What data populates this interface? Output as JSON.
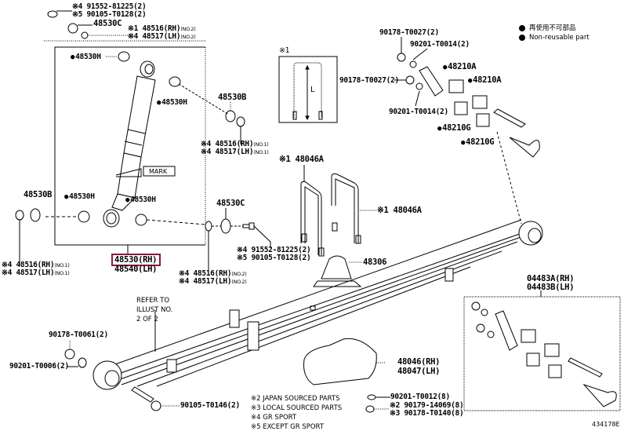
{
  "diagram": {
    "illustration_id": "434178E",
    "legend": {
      "bullet": "●",
      "items": [
        "再使用不可部品",
        "Non-reusable part"
      ]
    },
    "highlighted_part": "48530(RH)",
    "labels": {
      "shock_bolt_top": [
        "※4 91552-81225(2)",
        "※5 90105-T0128(2)"
      ],
      "washer_48530C_top": "48530C",
      "bushing_top_rh": "※1 48516(RH)",
      "bushing_top_lh": "※4 48517(LH)",
      "no2": "(NO.2)",
      "no1": "(NO.1)",
      "cushion_48530H_1": "48530H",
      "cushion_48530H_2": "48530H",
      "cushion_48530H_3": "48530H",
      "cushion_48530H_4": "48530H",
      "mark_tag": "MARK",
      "washer_48530B_right": "48530B",
      "washer_48530B_left": "48530B",
      "bushing_mid_rh": "※4 48516(RH)",
      "bushing_mid_lh": "※4 48517(LH)",
      "bushing_left_rh": "※4 48516(RH)",
      "bushing_left_lh": "※4 48517(LH)",
      "shock_rh": "48530(RH)",
      "shock_lh": "48540(LH)",
      "washer_48530C_low": "48530C",
      "bolt_low": [
        "※4 91552-81225(2)",
        "※5 90105-T0128(2)"
      ],
      "bushing_low_rh": "※4 48516(RH)",
      "bushing_low_lh": "※4 48517(LH)",
      "ubolt_detail_ref": "※1",
      "ubolt_length": "L",
      "ubolt_a": "※1 48046A",
      "ubolt_b": "※1 48046A",
      "spring_bumper": "48306",
      "shackle_nut_1": "90178-T0027(2)",
      "shackle_washer_1": "90201-T0014(2)",
      "shackle_nut_2": "90178-T0027(2)",
      "shackle_washer_2": "90201-T0014(2)",
      "bushing_48210A_1": "48210A",
      "bushing_48210A_2": "48210A",
      "bushing_48210G_1": "48210G",
      "bushing_48210G_2": "48210G",
      "refer_note": [
        "REFER TO",
        "ILLUST NO.",
        "2 OF 2"
      ],
      "front_nut": "90178-T0061(2)",
      "front_washer": "90201-T0006(2)",
      "front_bolt": "90105-T0146(2)",
      "spring_seat_rh": "48046(RH)",
      "spring_seat_lh": "48047(LH)",
      "seat_washer": "90201-T0012(8)",
      "seat_nut_a": "※2 90179-14069(8)",
      "seat_nut_b": "※3 90178-T0140(8)",
      "shackle_kit_rh": "04483A(RH)",
      "shackle_kit_lh": "04483B(LH)"
    },
    "footnotes": [
      "※2 JAPAN SOURCED PARTS",
      "※3 LOCAL SOURCED PARTS",
      "※4 GR SPORT",
      "※5 EXCEPT GR SPORT"
    ]
  }
}
